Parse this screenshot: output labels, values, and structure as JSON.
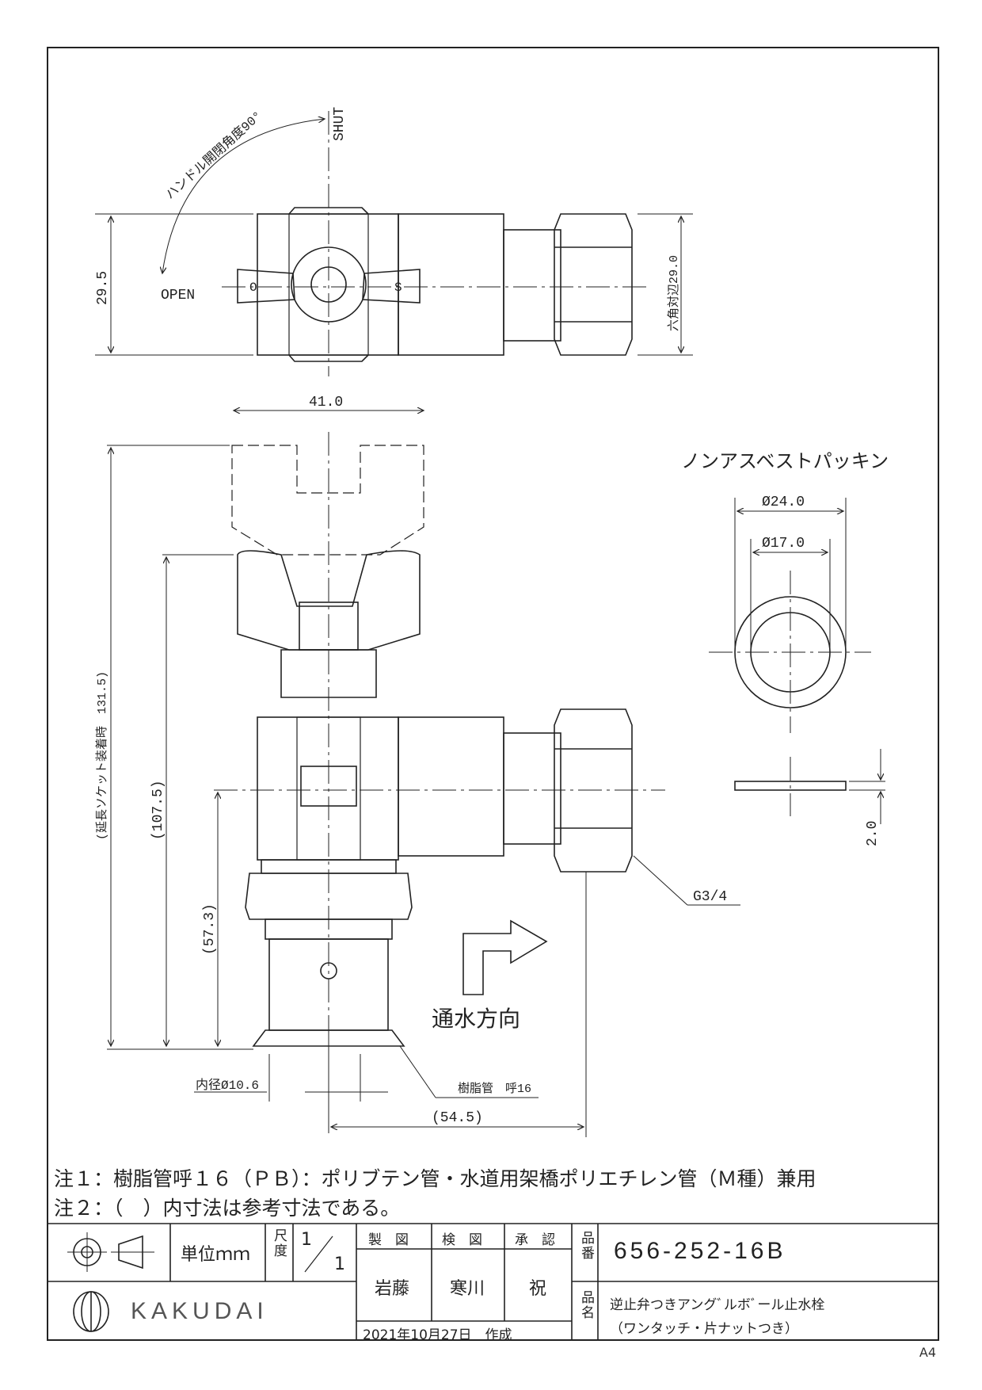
{
  "top_view": {
    "shut_label": "SHUT",
    "open_label": "OPEN",
    "angle_label": "ハンドル開閉角度90°",
    "dim_height": "29.5",
    "dim_hex": "六角対辺29.0",
    "handle_o": "O",
    "handle_s": "S"
  },
  "front_view": {
    "dim_width": "41.0",
    "dim_extended": "(延長ソケット装着時　131.5)",
    "dim_height": "(107.5)",
    "dim_center": "(57.3)",
    "dim_inner": "内径Ø10.6",
    "pipe_label": "樹脂管　呼16",
    "dim_offset": "(54.5)",
    "thread_label": "G3/4",
    "flow_label": "通水方向"
  },
  "packing": {
    "title": "ノンアスベストパッキン",
    "dim_outer": "Ø24.0",
    "dim_inner": "Ø17.0",
    "dim_thickness": "2.0"
  },
  "notes": {
    "note1": "注１：樹脂管呼１６（ＰＢ）：ポリブテン管・水道用架橋ポリエチレン管（Ｍ種）兼用",
    "note2": "注２：（　）内寸法は参考寸法である。"
  },
  "title_block": {
    "unit": "単位ｍｍ",
    "scale_label": "尺度",
    "scale_num": "1",
    "scale_den": "1",
    "drawn_label": "製　図",
    "checked_label": "検　図",
    "approved_label": "承　認",
    "drawn_by": "岩藤",
    "checked_by": "寒川",
    "approved_by": "祝",
    "part_no_label": "品番",
    "part_no": "656-252-16B",
    "part_name_label": "品名",
    "part_name_line1": "逆止弁つきアングﾞルボﾞール止水栓",
    "part_name_line2": "（ワンタッチ・片ナットつき）",
    "date": "2021年10月27日　作成",
    "brand": "KAKUDAI",
    "sheet_size": "A4"
  }
}
